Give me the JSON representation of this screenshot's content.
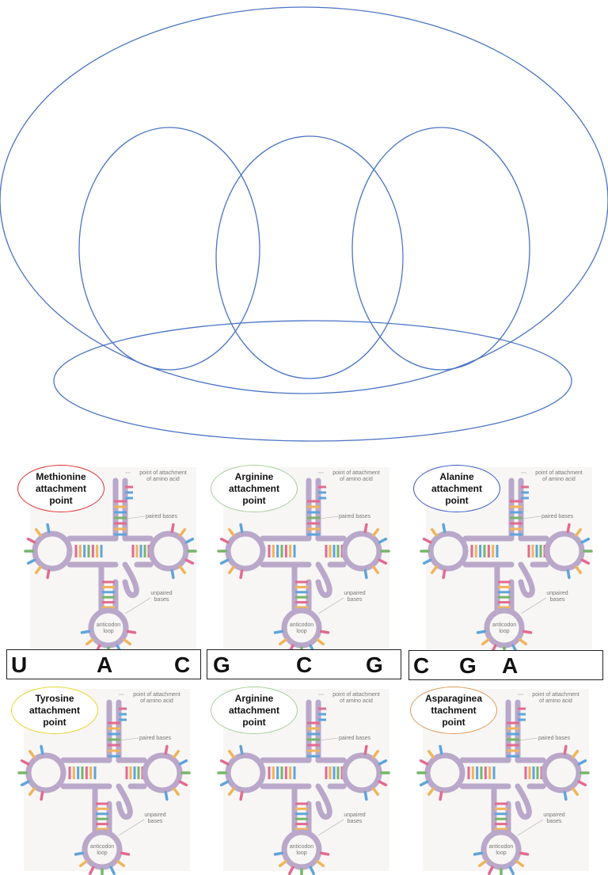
{
  "diagram_text": {
    "point_of_attachment": [
      "point of attachment",
      "of amino acid"
    ],
    "paired_bases": "paired bases",
    "unpaired_bases": [
      "unpaired",
      "bases"
    ],
    "anticodon_loop": [
      "anticodon",
      "loop"
    ]
  },
  "colors": {
    "outline_blue": "#4a74c4",
    "trna_backbone": "#b9a8c9",
    "base_pink": "#e26b8f",
    "base_orange": "#f0b45b",
    "base_blue": "#5fa4da",
    "base_green": "#76b56a"
  },
  "trna_cards": [
    {
      "label": [
        "Methionine",
        "attachment",
        "point"
      ],
      "oval_color": "#e0302f",
      "oval_fill": "#ffffff"
    },
    {
      "label": [
        "Arginine",
        "attachment",
        "point"
      ],
      "oval_color": "#a7cf9a",
      "oval_fill": "#ffffff"
    },
    {
      "label": [
        "Alanine",
        "attachment",
        "point"
      ],
      "oval_color": "#3a5cc2",
      "oval_fill": "#ffffff"
    },
    {
      "label": [
        "Tyrosine",
        "attachment",
        "point"
      ],
      "oval_color": "#e7d72a",
      "oval_fill": "#ffffff"
    },
    {
      "label": [
        "Arginine",
        "attachment",
        "point"
      ],
      "oval_color": "#a7cf9a",
      "oval_fill": "#ffffff"
    },
    {
      "label": [
        "Asparaginea",
        "ttachment",
        "point"
      ],
      "oval_color": "#e09a5a",
      "oval_fill": "#ffffff"
    }
  ],
  "codon_boxes": [
    {
      "letters": [
        "U",
        "A",
        "C"
      ]
    },
    {
      "letters": [
        "G",
        "C",
        "G"
      ]
    },
    {
      "letters": [
        "C",
        "G",
        "A"
      ]
    }
  ]
}
